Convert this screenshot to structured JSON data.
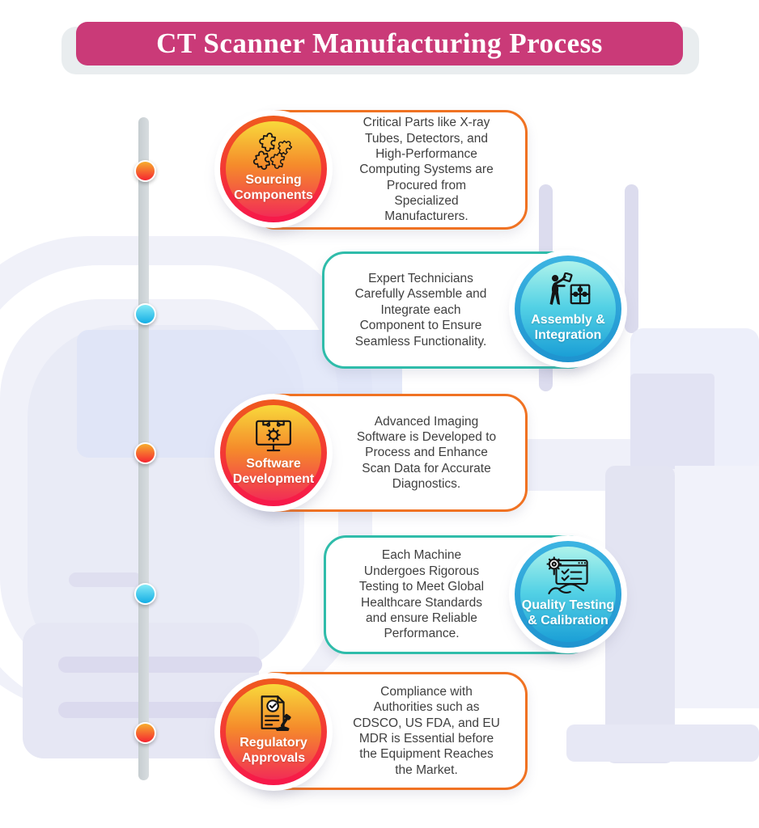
{
  "header": {
    "title": "CT Scanner Manufacturing Process"
  },
  "colors": {
    "banner_pink": "#ca3a78",
    "banner_backing_gray": "#e9edef",
    "orange_accent": "#f07222",
    "teal_accent": "#2fbcaa",
    "orange_badge_gradient_top": "#f8d93b",
    "orange_badge_gradient_bottom": "#f22d55",
    "blue_badge_gradient_top": "#aef3eb",
    "blue_badge_gradient_bottom": "#1b9fd6",
    "card_text": "#3f3f3f",
    "timeline_gray": "#cdd3d5",
    "dot_orange": "#f52531",
    "dot_cyan": "#14aee5",
    "background_lavender": "#e7e8f5"
  },
  "timeline": {
    "dot_colors": [
      "orange",
      "cyan",
      "orange",
      "cyan",
      "orange"
    ]
  },
  "steps": [
    {
      "label": "Sourcing\nComponents",
      "icon": "puzzle-pieces-icon",
      "theme": "orange",
      "badge_side": "left",
      "description": "Critical Parts like X-ray\nTubes, Detectors, and\nHigh-Performance\nComputing Systems are\nProcured from\nSpecialized\nManufacturers."
    },
    {
      "label": "Assembly &\nIntegration",
      "icon": "technician-assembling-puzzle-icon",
      "theme": "blue",
      "badge_side": "right",
      "description": "Expert Technicians\nCarefully Assemble and\nIntegrate each\nComponent to Ensure\nSeamless Functionality."
    },
    {
      "label": "Software\nDevelopment",
      "icon": "monitor-circuit-gear-icon",
      "theme": "orange",
      "badge_side": "left",
      "description": "Advanced Imaging\nSoftware is Developed to\nProcess and Enhance\nScan Data for Accurate\nDiagnostics."
    },
    {
      "label": "Quality Testing\n& Calibration",
      "icon": "checklist-gear-hand-icon",
      "theme": "blue",
      "badge_side": "right",
      "description": "Each Machine\nUndergoes Rigorous\nTesting to Meet Global\nHealthcare Standards\nand ensure Reliable\nPerformance."
    },
    {
      "label": "Regulatory\nApprovals",
      "icon": "document-stamp-icon",
      "theme": "orange",
      "badge_side": "left",
      "description": "Compliance with\nAuthorities such as\nCDSCO, US FDA, and EU\nMDR is Essential before\nthe Equipment Reaches\nthe Market."
    }
  ]
}
